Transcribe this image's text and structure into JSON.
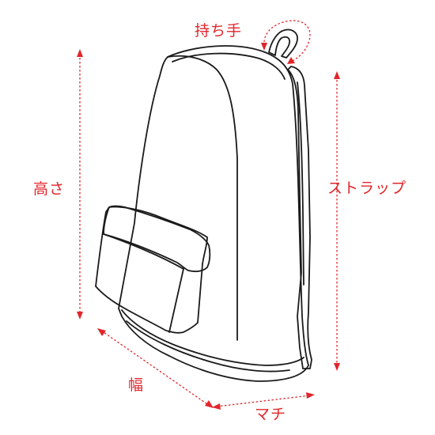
{
  "labels": {
    "handle": "持ち手",
    "height": "高さ",
    "strap": "ストラップ",
    "width": "幅",
    "depth": "マチ"
  },
  "colors": {
    "annotation": "#e0262b",
    "outline": "#1a1a1a",
    "background": "#ffffff"
  }
}
